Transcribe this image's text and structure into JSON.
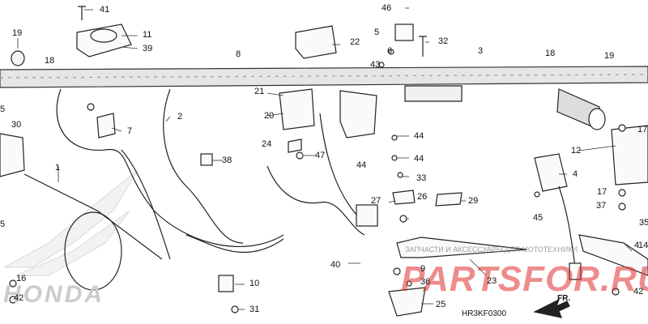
{
  "diagram": {
    "code": "HR3KF0300",
    "front_label": "FR.",
    "brand_watermark": "HONDA",
    "site_watermark": "PARTSFOR.RU",
    "site_tagline": "ЗАПЧАСТИ И АКСЕССУАРЫ ДЛЯ МОТОТЕХНИКИ",
    "part_labels": [
      "1",
      "2",
      "3",
      "4",
      "4",
      "5",
      "5",
      "5",
      "6",
      "7",
      "8",
      "9",
      "10",
      "11",
      "12",
      "14",
      "16",
      "17",
      "17",
      "18",
      "18",
      "19",
      "19",
      "20",
      "21",
      "22",
      "23",
      "24",
      "25",
      "26",
      "27",
      "29",
      "30",
      "31",
      "32",
      "33",
      "35",
      "36",
      "37",
      "38",
      "39",
      "40",
      "41",
      "42",
      "42",
      "43",
      "44",
      "44",
      "44",
      "45",
      "46",
      "47"
    ]
  }
}
